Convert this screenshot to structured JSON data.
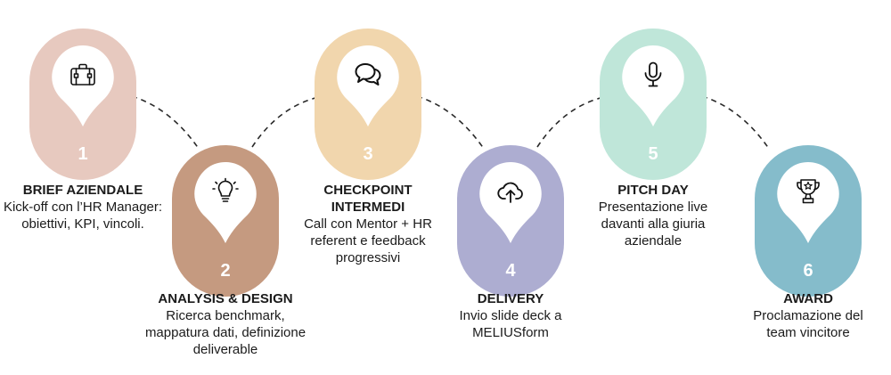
{
  "colors": {
    "step1": "#e7c9bf",
    "step2": "#c59a80",
    "step3": "#f1d6ad",
    "step4": "#adadd1",
    "step5": "#bfe6d9",
    "step6": "#85bccb",
    "connector": "#2a2a2a"
  },
  "steps": [
    {
      "number": "1",
      "icon": "briefcase-icon",
      "title": "BRIEF AZIENDALE",
      "description": "Kick-off con l’HR Manager: obiettivi, KPI, vincoli."
    },
    {
      "number": "2",
      "icon": "lightbulb-icon",
      "title": "ANALYSIS & DESIGN",
      "description": "Ricerca benchmark, mappatura dati, definizione deliverable"
    },
    {
      "number": "3",
      "icon": "chat-bubbles-icon",
      "title": "CHECKPOINT INTERMEDI",
      "description": "Call con Mentor + HR referent e feedback progressivi"
    },
    {
      "number": "4",
      "icon": "cloud-upload-icon",
      "title": "DELIVERY",
      "description": "Invio slide deck a MELIUSform"
    },
    {
      "number": "5",
      "icon": "microphone-icon",
      "title": "PITCH DAY",
      "description": "Presentazione live davanti alla giuria aziendale"
    },
    {
      "number": "6",
      "icon": "trophy-icon",
      "title": "AWARD",
      "description": "Proclamazione del team vincitore"
    }
  ]
}
